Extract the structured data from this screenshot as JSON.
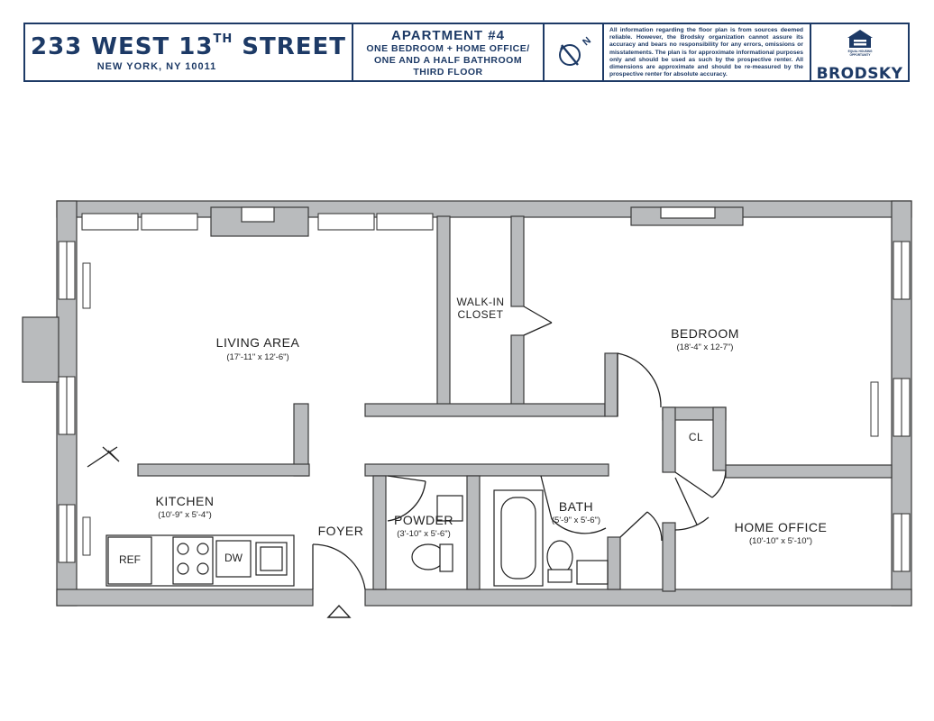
{
  "header": {
    "address_line1": "233 WEST 13",
    "address_suffix": "TH",
    "address_line1_end": " STREET",
    "address_line2": "NEW YORK, NY 10011",
    "apartment_title": "APARTMENT #4",
    "apartment_lines": [
      "ONE BEDROOM + HOME OFFICE/",
      "ONE AND A HALF BATHROOM",
      "THIRD FLOOR"
    ],
    "compass_letter": "N",
    "disclaimer": "All information regarding the floor plan is from sources deemed reliable. However, the Brodsky organization cannot assure its accuracy and bears no responsibility for any errors, omissions or misstatements. The plan is for approximate informational purposes only and should be used as such by the prospective renter. All dimensions are approximate and should be re-measured by the prospective renter for absolute accuracy.",
    "eho_text_1": "EQUAL HOUSING",
    "eho_text_2": "OPPORTUNITY",
    "brand": "BRODSKY"
  },
  "rooms": {
    "living": {
      "name": "LIVING AREA",
      "dims": "(17'-11\" x 12'-6\")"
    },
    "closet_1": "WALK-IN",
    "closet_2": "CLOSET",
    "bedroom": {
      "name": "BEDROOM",
      "dims": "(18'-4\" x 12-7\")"
    },
    "cl": "CL",
    "kitchen": {
      "name": "KITCHEN",
      "dims": "(10'-9\" x 5'-4\")"
    },
    "powder": {
      "name": "POWDER",
      "dims": "(3'-10\" x 5'-6\")"
    },
    "bath": {
      "name": "BATH",
      "dims": "(5'-9\" x 5'-6\")"
    },
    "foyer": "FOYER",
    "office": {
      "name": "HOME OFFICE",
      "dims": "(10'-10\" x 5'-10\")"
    }
  },
  "fixtures": {
    "ref": "REF",
    "dw": "DW"
  },
  "colors": {
    "wall": "#b9bbbd",
    "navy": "#1d3a66",
    "line": "#222222"
  }
}
